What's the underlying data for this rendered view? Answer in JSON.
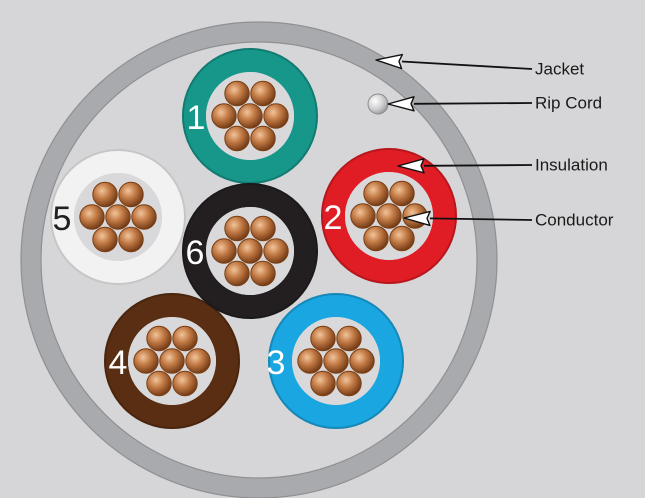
{
  "diagram": {
    "wires": [
      {
        "number": "1",
        "insulation_color": "#16978a",
        "number_color": "#ffffff"
      },
      {
        "number": "2",
        "insulation_color": "#e01c24",
        "number_color": "#ffffff"
      },
      {
        "number": "3",
        "insulation_color": "#1aa6e0",
        "number_color": "#ffffff"
      },
      {
        "number": "4",
        "insulation_color": "#5a2e12",
        "number_color": "#ffffff"
      },
      {
        "number": "5",
        "insulation_color": "#f2f2f2",
        "number_color": "#231f20"
      },
      {
        "number": "6",
        "insulation_color": "#231f20",
        "number_color": "#ffffff"
      }
    ],
    "callouts": [
      {
        "label": "Jacket"
      },
      {
        "label": "Rip Cord"
      },
      {
        "label": "Insulation"
      },
      {
        "label": "Conductor"
      }
    ],
    "colors": {
      "background": "#d6d6d8",
      "jacket": "#a9aaad",
      "copper": "#c27a45",
      "copper_dark": "#7a3f14"
    }
  }
}
